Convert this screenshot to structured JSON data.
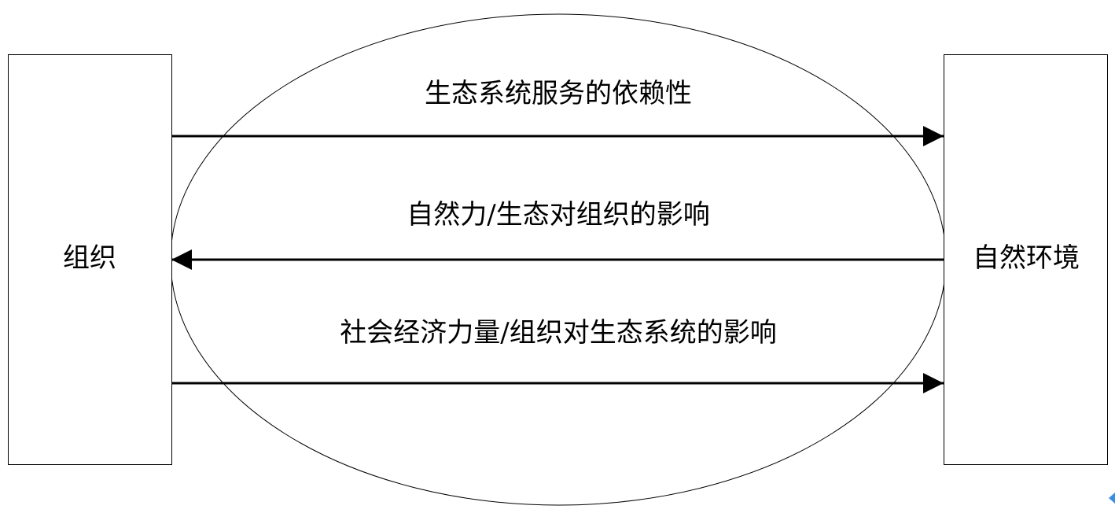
{
  "diagram": {
    "nodes": {
      "organization": {
        "label": "组织"
      },
      "environment": {
        "label": "自然环境"
      }
    },
    "edges": [
      {
        "id": "dependency",
        "from": "organization",
        "to": "environment",
        "label": "生态系统服务的依赖性"
      },
      {
        "id": "natural-impact",
        "from": "environment",
        "to": "organization",
        "label": "自然力/生态对组织的影响"
      },
      {
        "id": "socioeconomic-impact",
        "from": "organization",
        "to": "environment",
        "label": "社会经济力量/组织对生态系统的影响"
      }
    ],
    "colors": {
      "line": "#000000",
      "background": "#ffffff",
      "corner_marker": "#3b8fe0"
    }
  }
}
